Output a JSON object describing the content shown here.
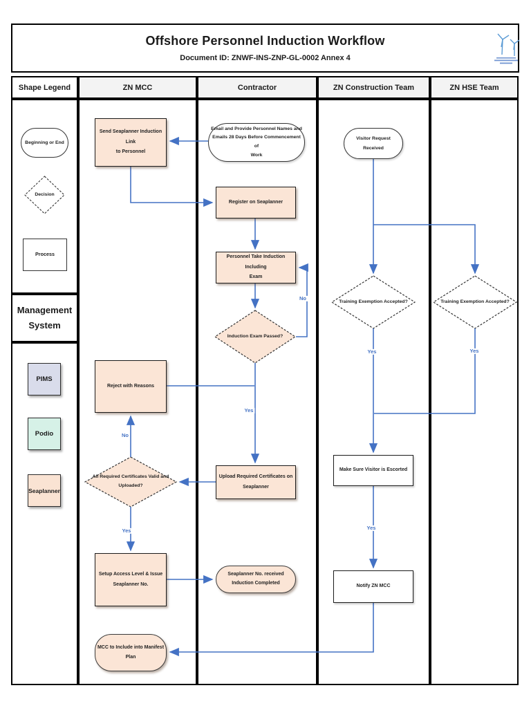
{
  "title": "Offshore Personnel Induction Workflow",
  "document_id": "Document ID: ZNWF-INS-ZNP-GL-0002 Annex 4",
  "logo": {
    "icon": "wind-turbine-icon"
  },
  "lanes": {
    "legend": "Shape Legend",
    "mcc": "ZN MCC",
    "contractor": "Contractor",
    "construction": "ZN Construction Team",
    "hse": "ZN HSE Team"
  },
  "legend": {
    "begin_end": "Beginning or End",
    "decision": "Decision",
    "process": "Process",
    "management_system": "Management\nSystem",
    "systems": {
      "pims": "PIMS",
      "podio": "Podio",
      "seaplanner": "Seaplanner"
    }
  },
  "nodes": {
    "send_link": "Send Seaplanner Induction Link\nto Personnel",
    "email_names": "Email and Provide Personnel Names and\nEmails 28 Days Before  Commencement of\nWork",
    "visitor_request": "Visitor Request Received",
    "register": "Register on Seaplanner",
    "take_induction": "Personnel Take Induction Including\nExam",
    "exam_passed": "Induction Exam Passed?",
    "reject": "Reject with Reasons",
    "certs_valid": "All Required Certificates Valid and\nUploaded?",
    "upload_certs": "Upload Required Certificates on\nSeaplanner",
    "training_exemption_ct": "Training Exemption Accepted?",
    "training_exemption_hse": "Training Exemption Accepted?",
    "escorted": "Make Sure Visitor is Escorted",
    "setup_access": "Setup Access Level & Issue\nSeaplanner No.",
    "seaplanner_received": "Seaplanner No. received\nInduction Completed",
    "notify_mcc": "Notify ZN MCC",
    "manifest": "MCC to Include into Manifest\nPlan"
  },
  "edge_labels": {
    "exam_no": "No",
    "exam_yes": "Yes",
    "certs_no": "No",
    "certs_yes": "Yes",
    "ct_yes": "Yes",
    "hse_yes": "Yes",
    "escort_yes": "Yes"
  },
  "colors": {
    "connector_blue": "#4472C4",
    "process_fill": "#FBE5D6",
    "lane_header_fill": "#F3F3F3",
    "pims_fill": "#D9DCEB",
    "podio_fill": "#D6F1E7",
    "seaplanner_fill": "#FAE3D3"
  }
}
